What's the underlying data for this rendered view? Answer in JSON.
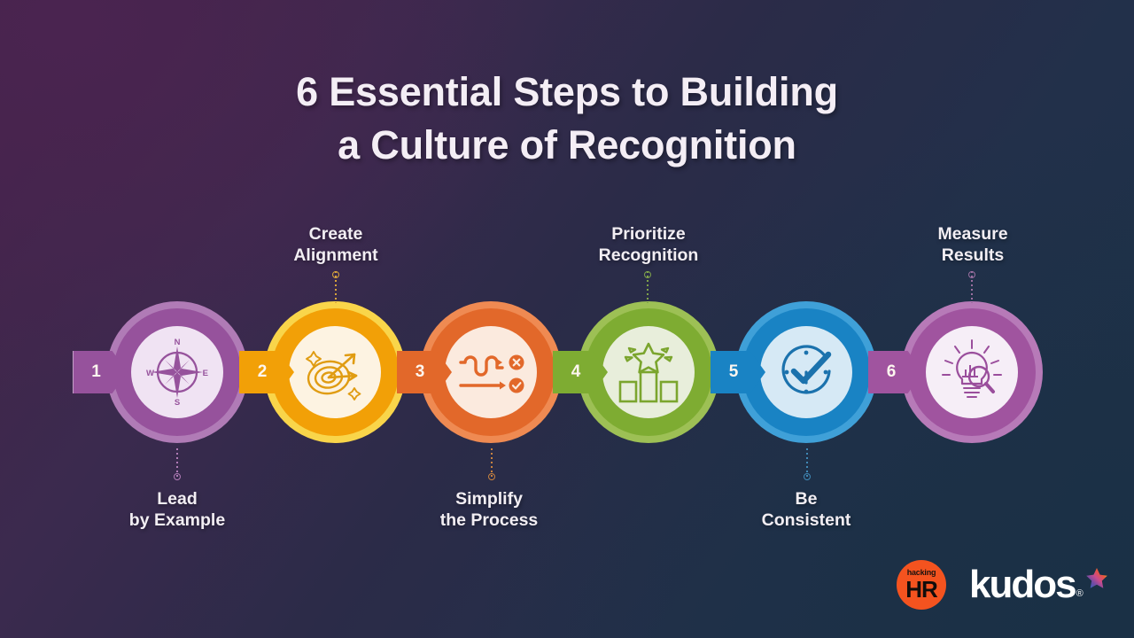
{
  "title": {
    "line1": "6 Essential Steps to Building",
    "line2": "a Culture of Recognition"
  },
  "colors": {
    "bg_top_left": "#452349",
    "bg_bottom_right": "#1c3247",
    "purple": "#96529c",
    "amber": "#f2a007",
    "orange": "#e2682a",
    "green": "#7eac32",
    "blue": "#1983c4",
    "violet": "#a0549f",
    "title_text": "#f4eef5"
  },
  "steps": [
    {
      "number": "1",
      "label_line1": "Lead",
      "label_line2": "by Example",
      "label_position": "bottom",
      "icon": "compass-icon",
      "color": "#96529c",
      "ring_outer": "#b07bb6",
      "disc": "#f0e3f3",
      "chevron_color": "#96529c"
    },
    {
      "number": "2",
      "label_line1": "Create",
      "label_line2": "Alignment",
      "label_position": "top",
      "icon": "target-arrows-icon",
      "color": "#f2a007",
      "ring_outer": "#f9d54a",
      "disc": "#fdf3e2",
      "chevron_color": "#f2a007"
    },
    {
      "number": "3",
      "label_line1": "Simplify",
      "label_line2": "the Process",
      "label_position": "bottom",
      "icon": "squiggle-vs-straight-arrow-icon",
      "color": "#e2682a",
      "ring_outer": "#ef8a52",
      "disc": "#fbeade",
      "chevron_color": "#e2682a"
    },
    {
      "number": "4",
      "label_line1": "Prioritize",
      "label_line2": "Recognition",
      "label_position": "top",
      "icon": "podium-star-icon",
      "color": "#7eac32",
      "ring_outer": "#9dc055",
      "disc": "#e8eedb",
      "chevron_color": "#7eac32"
    },
    {
      "number": "5",
      "label_line1": "Be",
      "label_line2": "Consistent",
      "label_position": "bottom",
      "icon": "clock-check-icon",
      "color": "#1983c4",
      "ring_outer": "#3fa0d8",
      "disc": "#d6e9f5",
      "chevron_color": "#1983c4"
    },
    {
      "number": "6",
      "label_line1": "Measure",
      "label_line2": "Results",
      "label_position": "top",
      "icon": "lightbulb-chart-magnifier-icon",
      "color": "#a0549f",
      "ring_outer": "#b77ab8",
      "disc": "#f6eef7",
      "chevron_color": "#a0549f"
    }
  ],
  "compass": {
    "north": "N",
    "west": "W",
    "east": "E",
    "south": "S"
  },
  "logos": {
    "hacking_hr": {
      "top_text": "hacking",
      "main_text": "HR",
      "circle_color": "#f4531f"
    },
    "kudos": {
      "text": "kudos",
      "registered": "®",
      "star": "star-icon"
    }
  }
}
